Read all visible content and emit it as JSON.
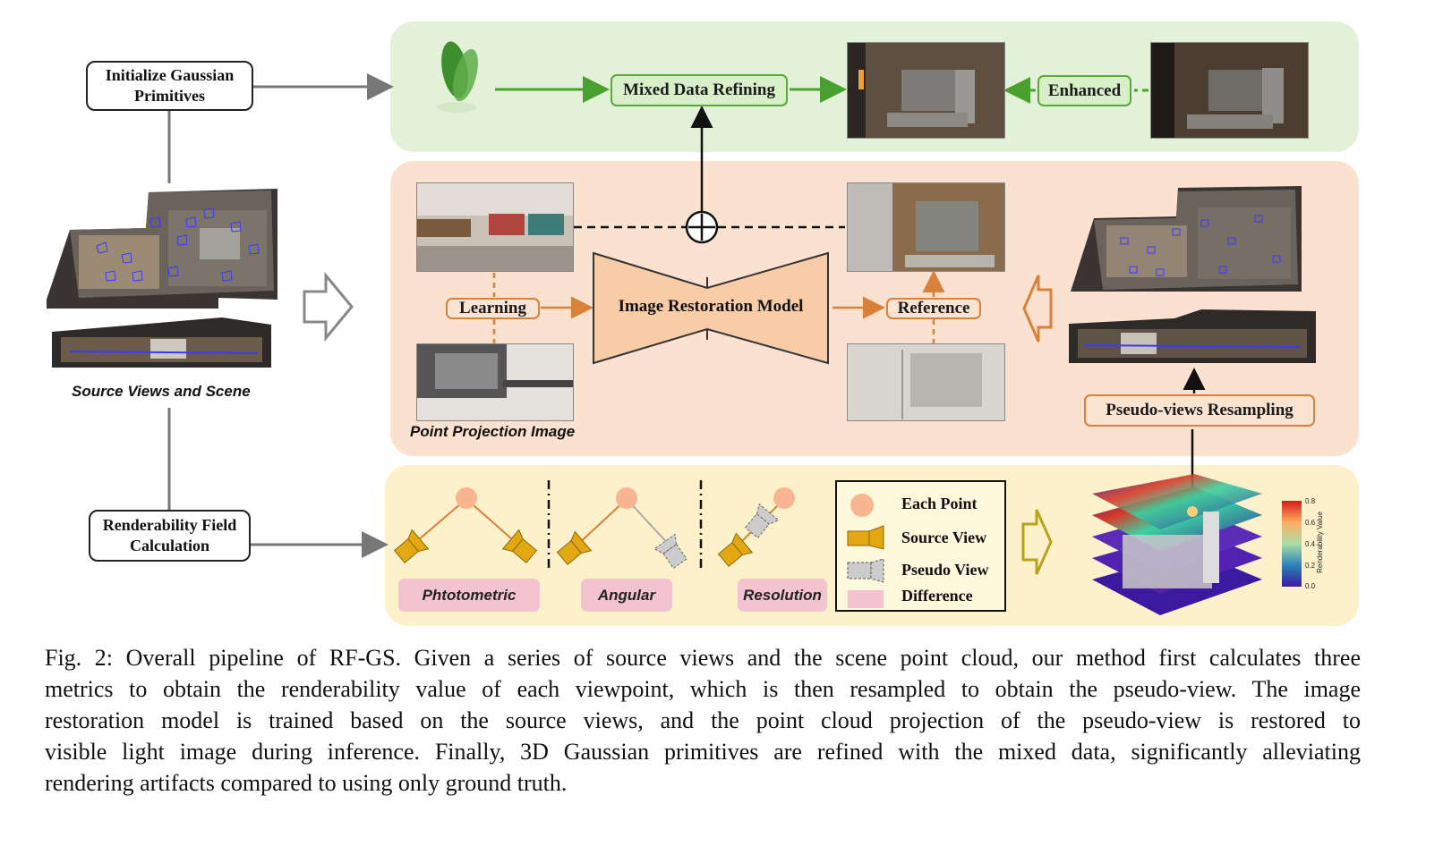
{
  "left": {
    "init_label": "Initialize Gaussian Primitives",
    "source_label": "Source Views and Scene",
    "renderability_label": "Renderability Field Calculation"
  },
  "top_panel": {
    "mixed_label": "Mixed Data Refining",
    "enhanced_label": "Enhanced",
    "color": "#e2f1d8"
  },
  "middle_panel": {
    "learning_label": "Learning",
    "model_label": "Image Restoration Model",
    "reference_label": "Reference",
    "projection_label": "Point Projection Image",
    "resampling_label": "Pseudo-views Resampling",
    "color": "#fbe2d0"
  },
  "bottom_panel": {
    "metrics": [
      "Phtotometric",
      "Angular",
      "Resolution"
    ],
    "legend": [
      "Each Point",
      "Source View",
      "Pseudo View",
      "Difference"
    ],
    "colorbar_title": "Renderability Value",
    "colorbar_ticks": [
      "0.8",
      "0.6",
      "0.4",
      "0.2",
      "0.0"
    ],
    "color": "#fdf1cb"
  },
  "caption_lines": [
    "Fig. 2: Overall pipeline of RF-GS. Given a series of source views and the scene point cloud, our method first calculates three",
    "metrics to obtain the renderability value of each viewpoint, which is then resampled to obtain the pseudo-view. The image",
    "restoration model is trained based on the source views, and the point cloud projection of the pseudo-view is restored to",
    "visible light image during inference. Finally, 3D Gaussian primitives are refined with the mixed data, significantly alleviating",
    "rendering artifacts compared to using only ground truth."
  ]
}
